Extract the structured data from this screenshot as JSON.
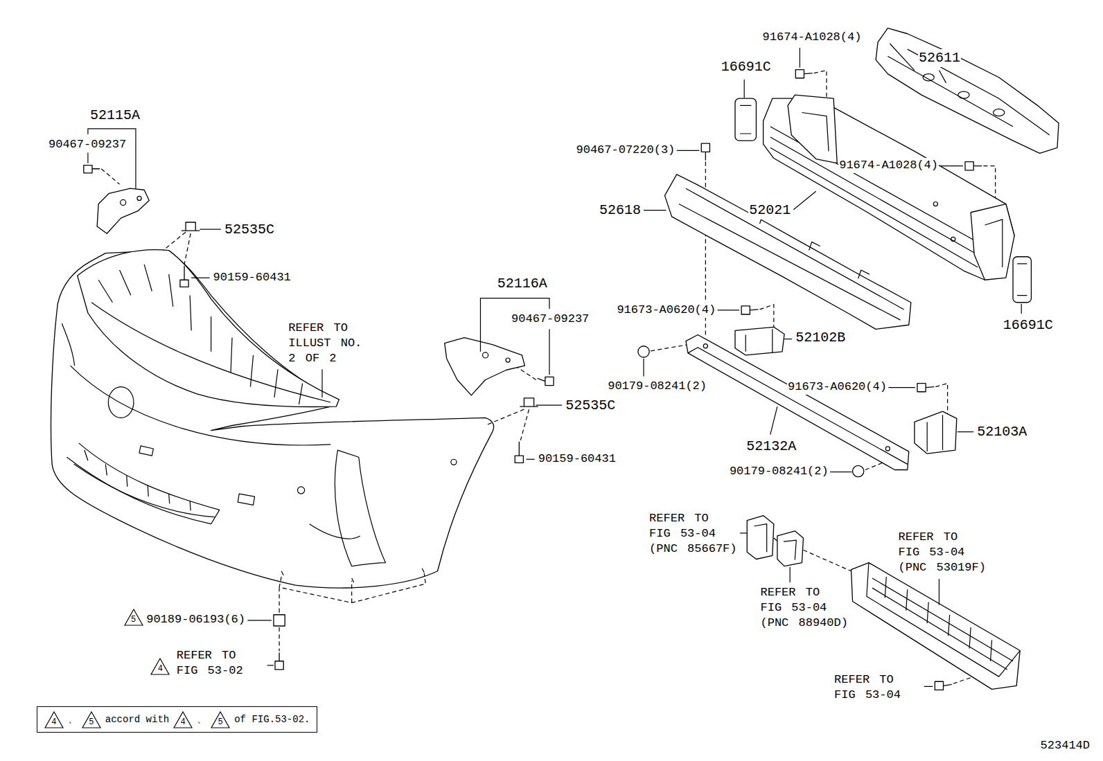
{
  "diagram": {
    "nodes": [
      {
        "text": [
          "4",
          "、",
          "5",
          "accord with",
          "4",
          "、",
          "5",
          "of FIG.53-02."
        ]
      }
    ],
    "labels": [
      "52115A",
      "90467-09237",
      "52535C",
      "90159-60431",
      "REFER TO ILLUST NO. 2 OF 2",
      "52116A",
      "90467-09237",
      "52535C",
      "90159-60431",
      "5",
      "90189-06193(6)",
      "4",
      "REFER TO FIG 53-02",
      "91674-A1028(4)",
      "16691C",
      "52611",
      "90467-07220(3)",
      "91674-A1028(4)",
      "52618",
      "52021",
      "91673-A0620(4)",
      "52102B",
      "16691C",
      "90179-08241(2)",
      "91673-A0620(4)",
      "52103A",
      "52132A",
      "90179-08241(2)",
      "REFER TO FIG 53-04 (PNC 85667F)",
      "REFER TO FIG 53-04 (PNC 53019F)",
      "REFER TO FIG 53-04 (PNC 88940D)",
      "REFER TO FIG 53-04",
      "523414D"
    ]
  }
}
